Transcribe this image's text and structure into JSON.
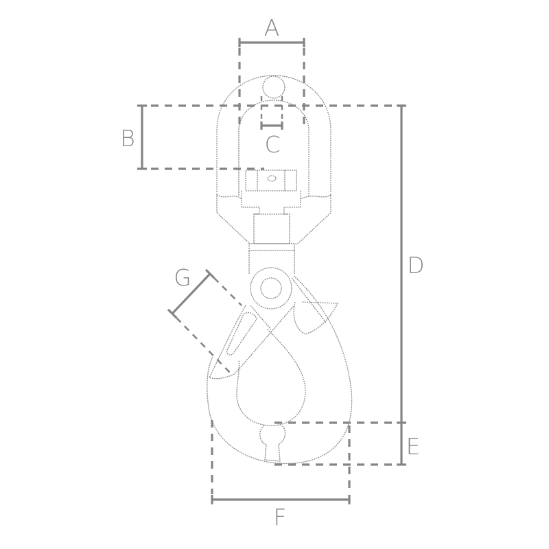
{
  "diagram": {
    "subject": "Swivel safety hook with latch",
    "line_color": "#858585",
    "background": "#ffffff",
    "dimension_labels": {
      "A": "A",
      "B": "B",
      "C": "C",
      "D": "D",
      "E": "E",
      "F": "F",
      "G": "G"
    }
  }
}
